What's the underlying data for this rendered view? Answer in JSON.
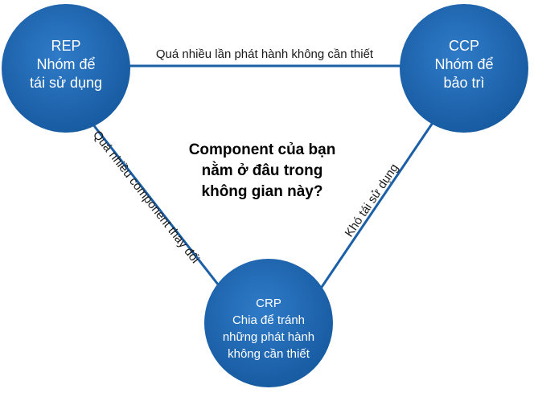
{
  "nodes": {
    "rep": {
      "title": "REP",
      "line1": "Nhóm để",
      "line2": "tái sử dụng"
    },
    "ccp": {
      "title": "CCP",
      "line1": "Nhóm để",
      "line2": "bảo trì"
    },
    "crp": {
      "title": "CRP",
      "line1": "Chia để tránh",
      "line2": "những phát hành",
      "line3": "không cần thiết"
    }
  },
  "edges": {
    "top": "Quá nhiều lần phát hành không cần thiết",
    "left": "Quá nhiều component thay đổi",
    "right": "Khó tái sử dụng"
  },
  "center_question": {
    "line1": "Component của bạn",
    "line2": "nằm ở đâu trong",
    "line3": "không gian này?"
  },
  "colors": {
    "node_fill": "#1a5fa8",
    "node_fill_light": "#2f7bc8",
    "edge": "#1a5fa8",
    "text_dark": "#000000"
  }
}
